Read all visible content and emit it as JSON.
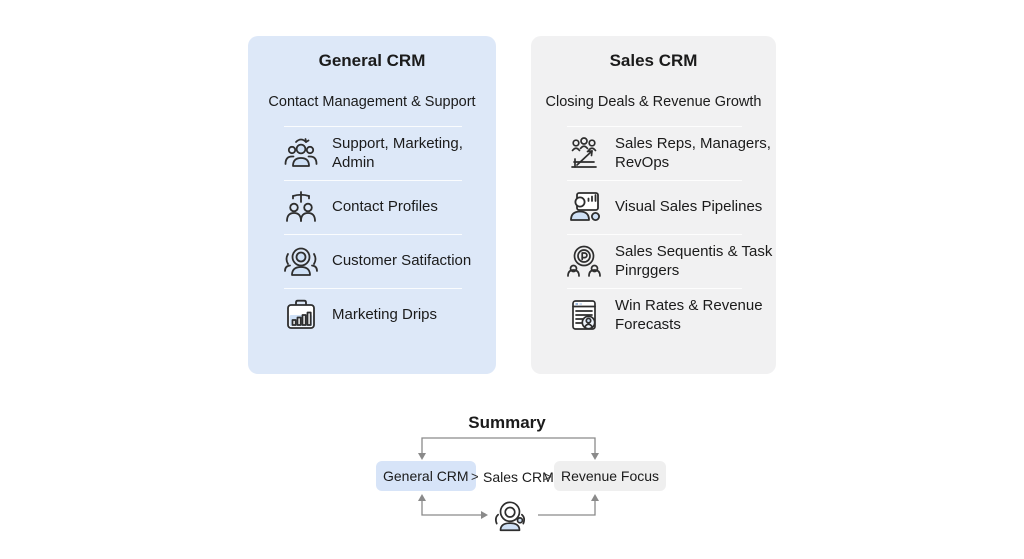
{
  "left_card": {
    "title": "General CRM",
    "subtitle": "Contact Management & Support",
    "items": [
      {
        "icon": "team-sync-icon",
        "label": "Support, Marketing, Admin"
      },
      {
        "icon": "contact-profiles-icon",
        "label": "Contact Profiles"
      },
      {
        "icon": "customer-satisfaction-icon",
        "label": "Customer Satifaction"
      },
      {
        "icon": "marketing-drips-icon",
        "label": "Marketing Drips"
      }
    ]
  },
  "right_card": {
    "title": "Sales CRM",
    "subtitle": "Closing Deals & Revenue Growth",
    "items": [
      {
        "icon": "sales-team-icon",
        "label": "Sales Reps, Managers, RevOps"
      },
      {
        "icon": "sales-pipeline-icon",
        "label": "Visual Sales Pipelines"
      },
      {
        "icon": "sequences-icon",
        "label": "Sales Sequentis & Task Pinrggers"
      },
      {
        "icon": "forecasts-icon",
        "label": "Win Rates & Revenue Forecasts"
      }
    ]
  },
  "summary": {
    "title": "Summary",
    "steps": [
      {
        "label": "General CRM"
      },
      {
        "label": "Sales CRM"
      },
      {
        "label": "Revenue Focus"
      }
    ],
    "separators": [
      ">",
      ">"
    ],
    "person_icon": "headset-person-icon"
  },
  "colors": {
    "left_card_bg": "#dde8f8",
    "right_card_bg": "#f1f1f2",
    "step_general_bg": "#d7e4f8",
    "step_revenue_bg": "#efefef",
    "icon_stroke": "#2e2e2e",
    "icon_fill": "#cfe0f5",
    "connector": "#8a8a8a",
    "text": "#1b1b1b"
  }
}
